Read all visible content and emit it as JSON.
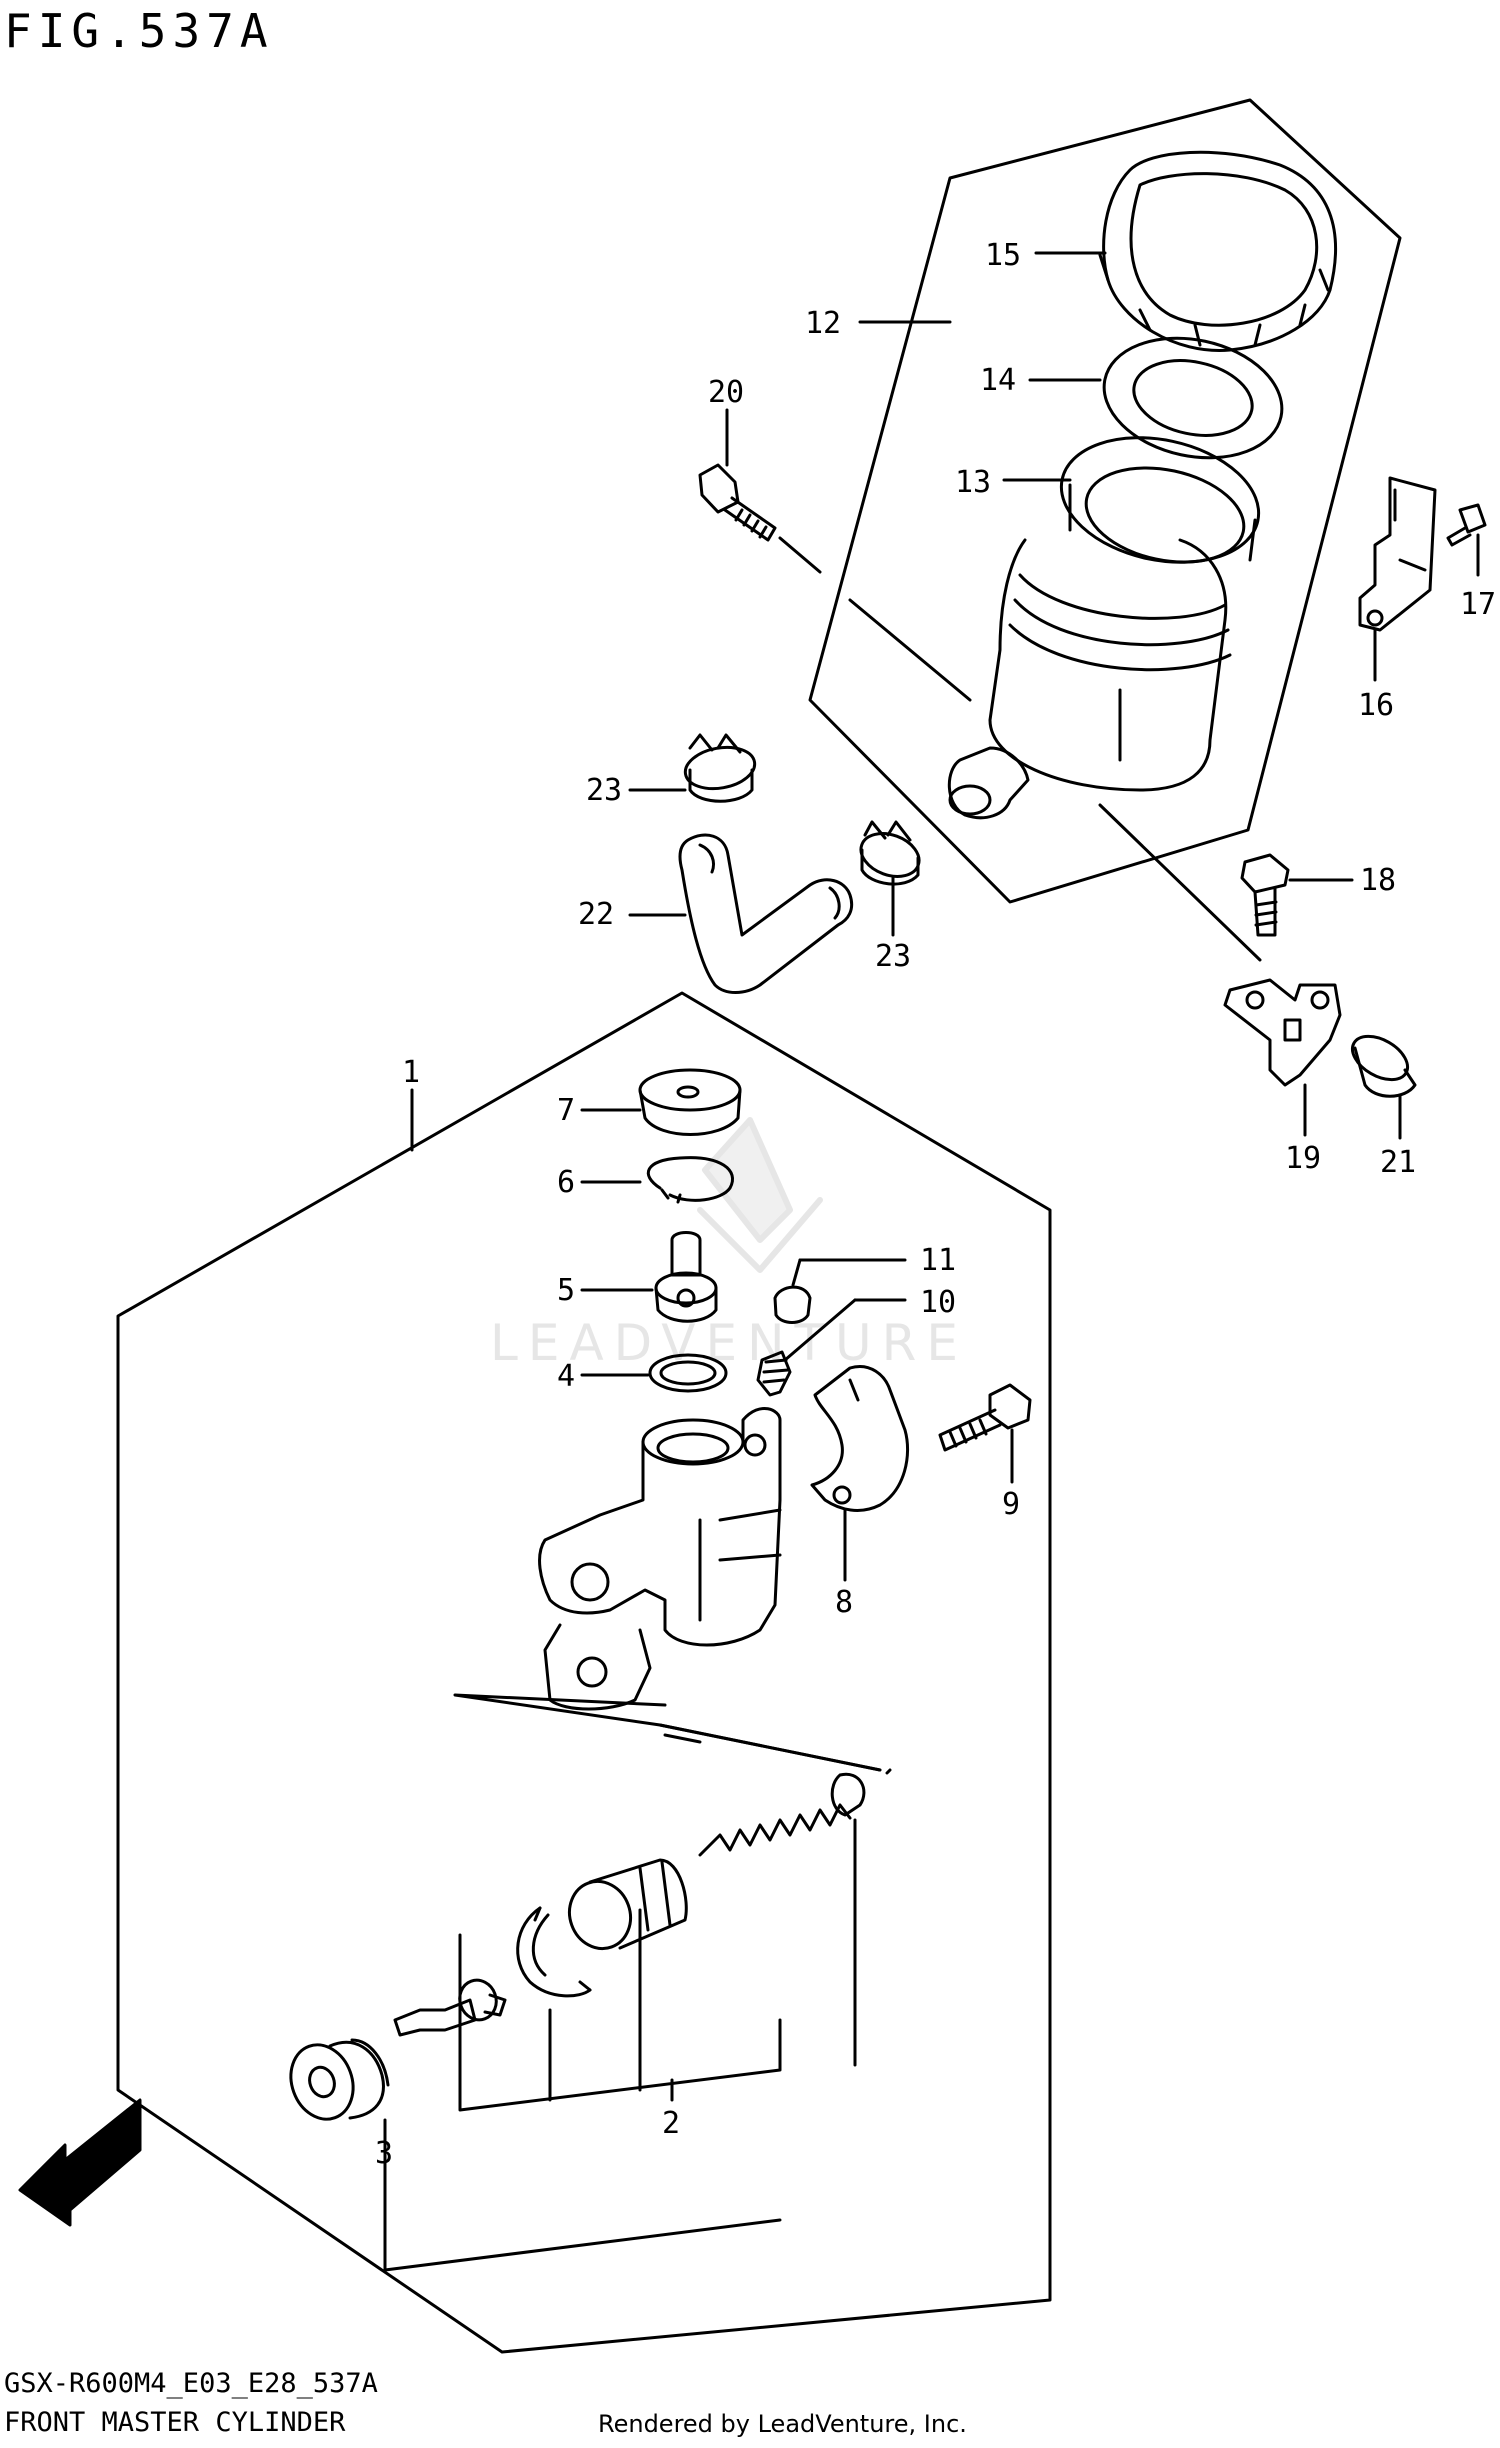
{
  "header": {
    "figure_label": "FIG.537A"
  },
  "footer": {
    "model_code": "GSX-R600M4_E03_E28_537A",
    "section_name": "FRONT MASTER CYLINDER",
    "rendered_by": "Rendered by LeadVenture, Inc."
  },
  "watermark": {
    "text": "LEADVENTURE"
  },
  "direction_badge": {
    "text": "FWD"
  },
  "callouts": {
    "c1": "1",
    "c2": "2",
    "c3": "3",
    "c4": "4",
    "c5": "5",
    "c6": "6",
    "c7": "7",
    "c8": "8",
    "c9": "9",
    "c10": "10",
    "c11": "11",
    "c12": "12",
    "c13": "13",
    "c14": "14",
    "c15": "15",
    "c16": "16",
    "c17": "17",
    "c18": "18",
    "c19": "19",
    "c20": "20",
    "c21": "21",
    "c22": "22",
    "c23a": "23",
    "c23b": "23"
  }
}
